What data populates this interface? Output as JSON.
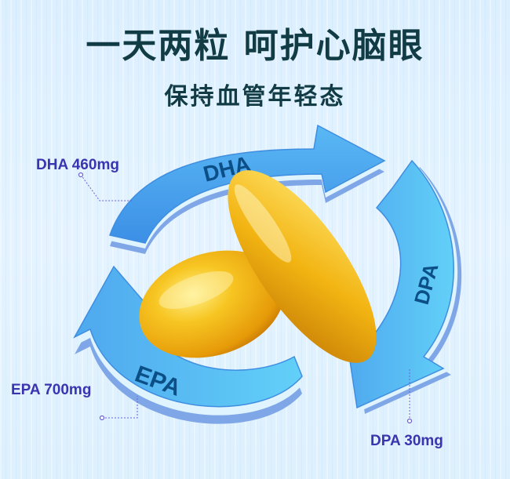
{
  "headline": "一天两粒  呵护心脑眼",
  "subheadline": "保持血管年轻态",
  "cycle": {
    "arrows": [
      {
        "label": "DHA",
        "amount_label": "DHA 460mg"
      },
      {
        "label": "DPA",
        "amount_label": "DPA 30mg"
      },
      {
        "label": "EPA",
        "amount_label": "EPA 700mg"
      }
    ]
  },
  "colors": {
    "text_dark": "#123c45",
    "label_purple": "#3a34b0",
    "arrow_blue": "#4ab4f0",
    "capsule_gold": "#f0b010"
  }
}
